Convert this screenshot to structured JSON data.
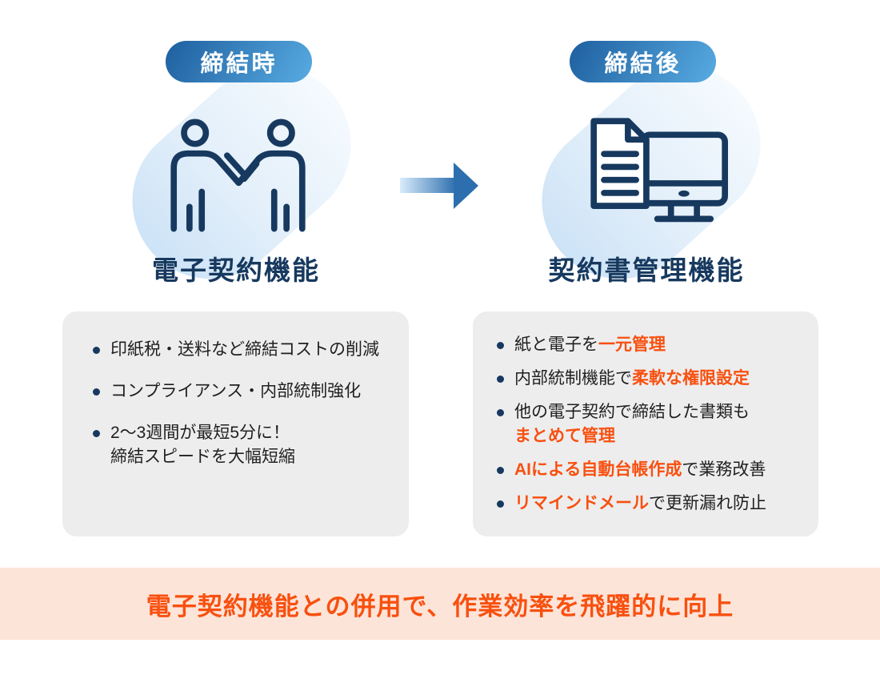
{
  "colors": {
    "navy": "#17395f",
    "text": "#1f1f1f",
    "orange": "#f8500f",
    "banner_bg": "#fde4d9",
    "box_bg": "#ededee",
    "badge_start": "#1e5f9f",
    "badge_end": "#58abe2",
    "blob_start": "#cde3f7",
    "blob_end": "#f5fafe",
    "arrow_light": "#d9ecfb",
    "arrow_dark": "#2d6fae"
  },
  "left": {
    "badge": "締結時",
    "title": "電子契約機能",
    "icon": "handshake-icon",
    "bullets": [
      [
        {
          "t": "印紙税・送料など締結コストの削減"
        }
      ],
      [
        {
          "t": "コンプライアンス・内部統制強化"
        }
      ],
      [
        {
          "t": "2〜3週間が最短5分に！"
        },
        {
          "br": true
        },
        {
          "t": "締結スピードを大幅短縮"
        }
      ]
    ]
  },
  "right": {
    "badge": "締結後",
    "title": "契約書管理機能",
    "icon": "document-monitor-icon",
    "bullets": [
      [
        {
          "t": "紙と電子を"
        },
        {
          "t": "一元管理",
          "em": true
        }
      ],
      [
        {
          "t": "内部統制機能で"
        },
        {
          "t": "柔軟な権限設定",
          "em": true
        }
      ],
      [
        {
          "t": "他の電子契約で締結した書類も"
        },
        {
          "br": true
        },
        {
          "t": "まとめて管理",
          "em": true
        }
      ],
      [
        {
          "t": "AIによる自動台帳作成",
          "em": true
        },
        {
          "t": "で業務改善"
        }
      ],
      [
        {
          "t": "リマインドメール",
          "em": true
        },
        {
          "t": "で更新漏れ防止"
        }
      ]
    ]
  },
  "banner": {
    "text": "電子契約機能との併用で、作業効率を飛躍的に向上"
  }
}
